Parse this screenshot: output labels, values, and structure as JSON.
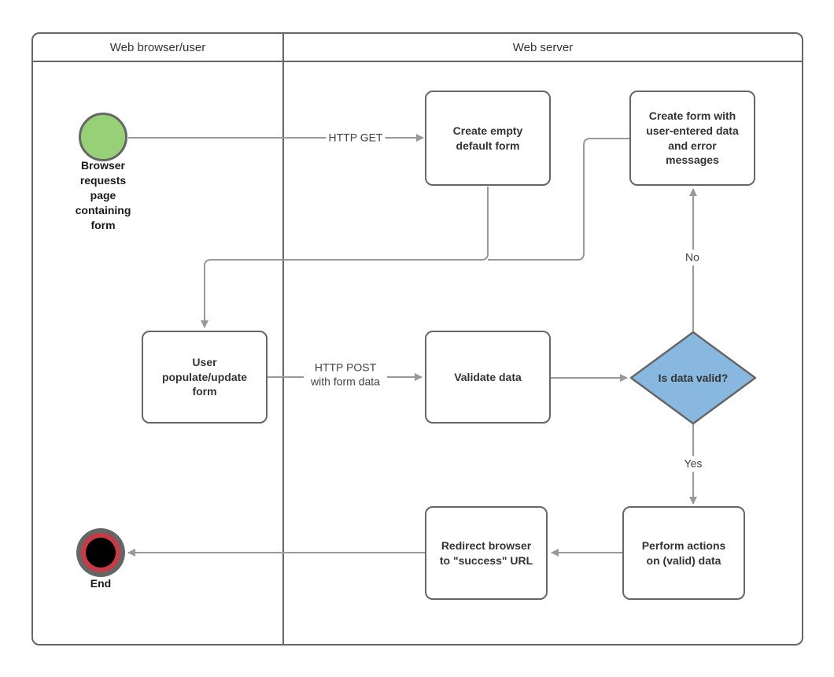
{
  "lanes": {
    "browser": {
      "label": "Web browser/user"
    },
    "server": {
      "label": "Web server"
    }
  },
  "nodes": {
    "start": {
      "label": "Browser requests page containing form"
    },
    "create_empty_form": {
      "label": "Create empty default form"
    },
    "create_form_with_errors": {
      "label": "Create form with user-entered data and error messages"
    },
    "user_populate_form": {
      "label": "User populate/update form"
    },
    "validate_data": {
      "label": "Validate data"
    },
    "is_data_valid": {
      "label": "Is data valid?"
    },
    "perform_actions": {
      "label": "Perform actions on (valid) data"
    },
    "redirect_browser": {
      "label": "Redirect browser to \"success\" URL"
    },
    "end": {
      "label": "End"
    }
  },
  "edges": {
    "http_get": {
      "label": "HTTP GET"
    },
    "http_post": {
      "label": "HTTP POST with form data"
    },
    "decision_no": {
      "label": "No"
    },
    "decision_yes": {
      "label": "Yes"
    }
  },
  "colors": {
    "start_fill": "#97d077",
    "decision_fill": "#88b8e0",
    "end_ring_red": "#c83a44",
    "end_core": "#000000",
    "shape_border": "#666666",
    "connector": "#999999",
    "label_text": "#333333"
  }
}
